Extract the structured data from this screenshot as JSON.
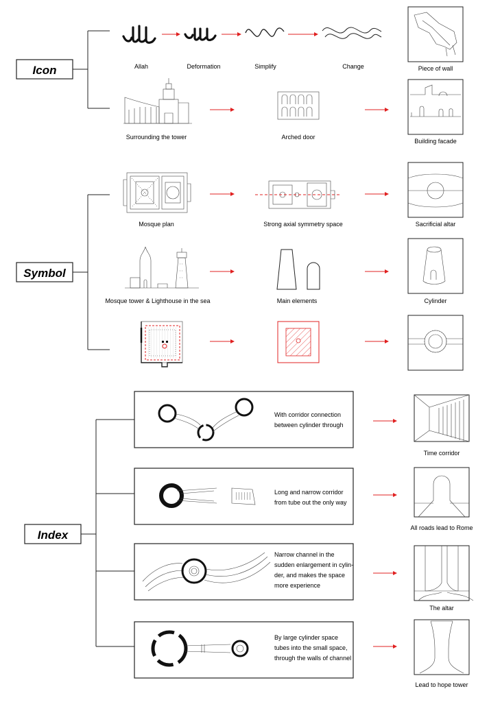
{
  "categories": {
    "icon": "Icon",
    "symbol": "Symbol",
    "index": "Index"
  },
  "icon_row1": {
    "labels": [
      "Allah",
      "Deformation",
      "Simplify",
      "Change"
    ],
    "result": "Piece of wall"
  },
  "icon_row2": {
    "labels": [
      "Surrounding the tower",
      "Arched door"
    ],
    "result": "Building facade"
  },
  "symbol_row1": {
    "labels": [
      "Mosque plan",
      "Strong axial symmetry space"
    ],
    "result": "Sacrificial altar"
  },
  "symbol_row2": {
    "labels": [
      "Mosque tower & Lighthouse in the sea",
      "Main elements"
    ],
    "result": "Cylinder"
  },
  "index_rows": [
    {
      "lines": [
        "With corridor connection",
        "between cylinder through"
      ],
      "result": "Time corridor"
    },
    {
      "lines": [
        "Long and narrow corridor",
        "from tube out the only way"
      ],
      "result": "All roads lead to Rome"
    },
    {
      "lines": [
        "Narrow channel in the",
        "sudden enlargement in cylin-",
        "der, and makes the space",
        "more  experience"
      ],
      "result": "The altar"
    },
    {
      "lines": [
        "By large cylinder space",
        "tubes into the small space,",
        "through the walls of channel"
      ],
      "result": "Lead to hope tower"
    }
  ],
  "colors": {
    "arrow": "#e02020",
    "ink": "#111111"
  }
}
